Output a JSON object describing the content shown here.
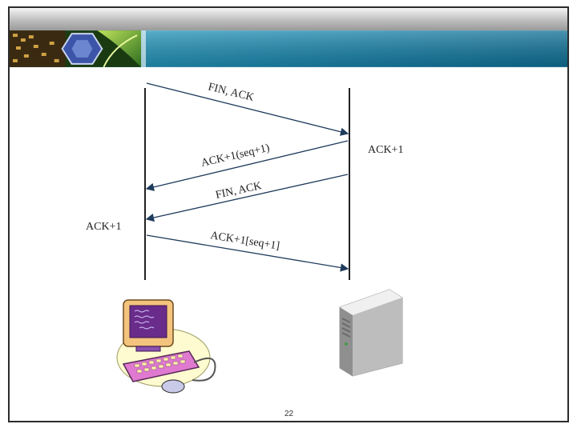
{
  "messages": [
    {
      "label": "FIN, ACK"
    },
    {
      "label": "ACK+1(seq+1)"
    },
    {
      "label": "FIN, ACK"
    },
    {
      "label": "ACK+1[seq+1]"
    }
  ],
  "side_labels": {
    "server_side": "ACK+1",
    "client_side": "ACK+1"
  },
  "icons": {
    "client": "desktop-computer-icon",
    "server": "server-tower-icon"
  },
  "page_number": "22",
  "colors": {
    "arrow": "#1f3b5c",
    "header_teal": "#1f8fb3",
    "header_green": "#3a7d2a"
  }
}
